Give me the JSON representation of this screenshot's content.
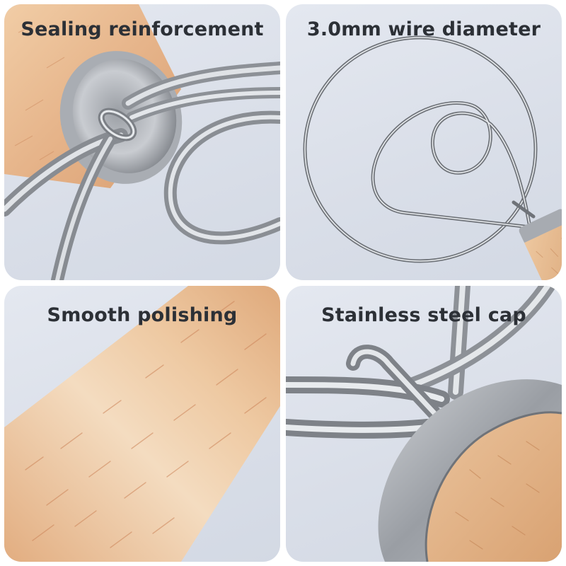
{
  "panels": [
    {
      "id": "sealing",
      "caption": "Sealing reinforcement",
      "subject": "wooden handle end with stainless cap and looped wire whisk"
    },
    {
      "id": "wire",
      "caption": "3.0mm wire diameter",
      "subject": "circular wire dough whisk with inner loops"
    },
    {
      "id": "polishing",
      "caption": "Smooth polishing",
      "subject": "close-up of polished beech wood handle"
    },
    {
      "id": "cap",
      "caption": "Stainless steel cap",
      "subject": "brushed stainless steel cap on wooden handle"
    }
  ],
  "colors": {
    "background": "#dde2ec",
    "caption_text": "#2c3036",
    "wood": "#e6b88a",
    "steel": "#b8bcc2"
  }
}
